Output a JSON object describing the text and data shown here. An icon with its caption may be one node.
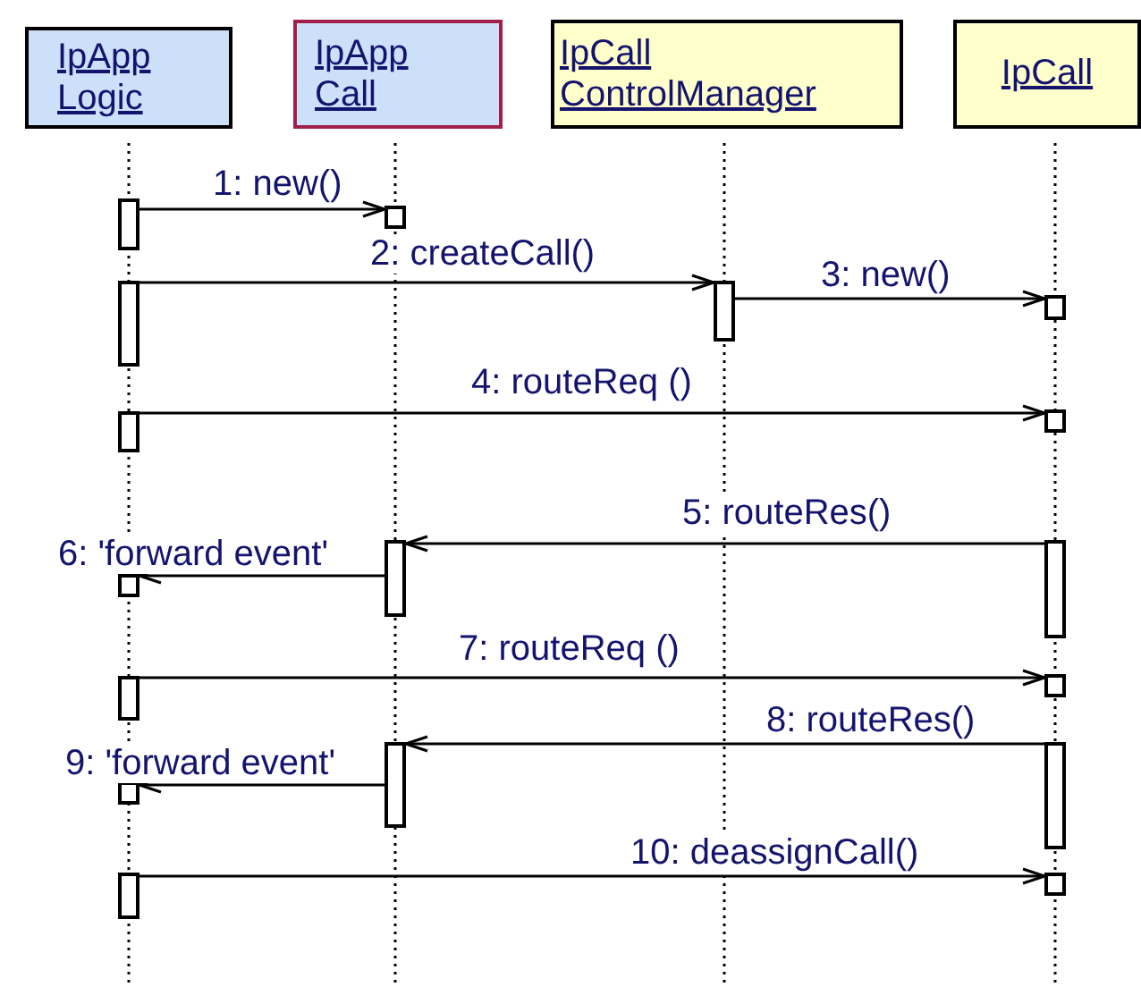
{
  "diagram": {
    "nodes": [
      {
        "text": [
          "IpApp Logic"
        ]
      },
      {
        "text": [
          "IpApp Call"
        ]
      },
      {
        "text": [
          "IpCall ControlManager"
        ]
      },
      {
        "text": [
          "IpCall"
        ]
      },
      {
        "text": [],
        "shape": "bar"
      },
      {
        "text": [],
        "shape": "bar"
      },
      {
        "text": [],
        "shape": "bar"
      },
      {
        "text": [],
        "shape": "bar"
      },
      {
        "text": [],
        "shape": "bar"
      },
      {
        "text": [],
        "shape": "bar"
      },
      {
        "text": [],
        "shape": "bar"
      },
      {
        "text": [],
        "shape": "bar"
      },
      {
        "text": [],
        "shape": "bar"
      },
      {
        "text": [],
        "shape": "bar"
      },
      {
        "text": [],
        "shape": "bar"
      },
      {
        "text": [],
        "shape": "bar"
      },
      {
        "text": [],
        "shape": "bar"
      },
      {
        "text": [],
        "shape": "bar"
      },
      {
        "text": [],
        "shape": "bar"
      },
      {
        "text": [],
        "shape": "bar"
      },
      {
        "text": [],
        "shape": "bar"
      }
    ],
    "edges": [
      {
        "from": 4,
        "to": 5,
        "arrow": "to",
        "label": "1: new()"
      },
      {
        "from": 6,
        "to": 7,
        "arrow": "to",
        "label": "2: createCall()"
      },
      {
        "from": 7,
        "to": 8,
        "arrow": "to",
        "label": "3: new()"
      },
      {
        "from": 9,
        "to": 10,
        "arrow": "to",
        "label": "4: routeReq ()"
      },
      {
        "from": 11,
        "to": 12,
        "arrow": "to",
        "label": "5: routeRes()"
      },
      {
        "from": 12,
        "to": 13,
        "arrow": "to",
        "label": "6: 'forward event'"
      },
      {
        "from": 14,
        "to": 15,
        "arrow": "to",
        "label": "7: routeReq ()"
      },
      {
        "from": 16,
        "to": 17,
        "arrow": "to",
        "label": "8: routeRes()"
      },
      {
        "from": 17,
        "to": 18,
        "arrow": "to",
        "label": "9: 'forward event'"
      },
      {
        "from": 19,
        "to": 20,
        "arrow": "to",
        "label": "10: deassignCall()"
      }
    ]
  }
}
